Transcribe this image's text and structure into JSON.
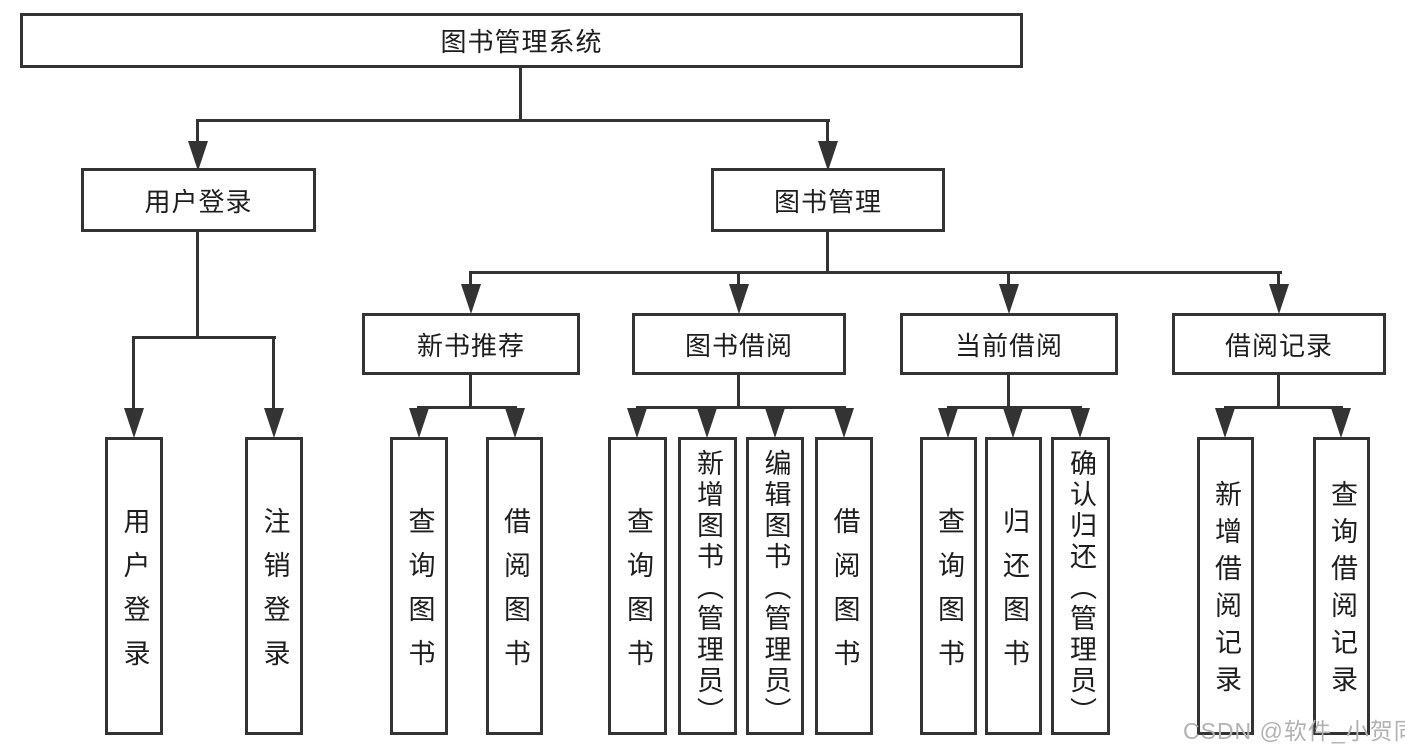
{
  "diagram": {
    "title_node": {
      "label": "图书管理系统"
    },
    "level2": [
      {
        "label": "用户登录"
      },
      {
        "label": "图书管理"
      }
    ],
    "level3": [
      {
        "label": "新书推荐",
        "parent": "图书管理"
      },
      {
        "label": "图书借阅",
        "parent": "图书管理"
      },
      {
        "label": "当前借阅",
        "parent": "图书管理"
      },
      {
        "label": "借阅记录",
        "parent": "图书管理"
      }
    ],
    "level4": [
      {
        "label": "用户登录",
        "parent": "用户登录"
      },
      {
        "label": "注销登录",
        "parent": "用户登录"
      },
      {
        "label": "查询图书",
        "parent": "新书推荐"
      },
      {
        "label": "借阅图书",
        "parent": "新书推荐"
      },
      {
        "label": "查询图书",
        "parent": "图书借阅"
      },
      {
        "label": "新增图书（管理员）",
        "parent": "图书借阅"
      },
      {
        "label": "编辑图书（管理员）",
        "parent": "图书借阅"
      },
      {
        "label": "借阅图书",
        "parent": "图书借阅"
      },
      {
        "label": "查询图书",
        "parent": "当前借阅"
      },
      {
        "label": "归还图书",
        "parent": "当前借阅"
      },
      {
        "label": "确认归还（管理员）",
        "parent": "当前借阅"
      },
      {
        "label": "新增借阅记录",
        "parent": "借阅记录"
      },
      {
        "label": "查询借阅记录",
        "parent": "借阅记录"
      }
    ],
    "colors": {
      "line": "#333333",
      "text": "#1d1d1d",
      "background": "#ffffff",
      "watermark": "#b2b2b2"
    }
  },
  "watermark": {
    "text": "CSDN @软件_小贺同学"
  }
}
